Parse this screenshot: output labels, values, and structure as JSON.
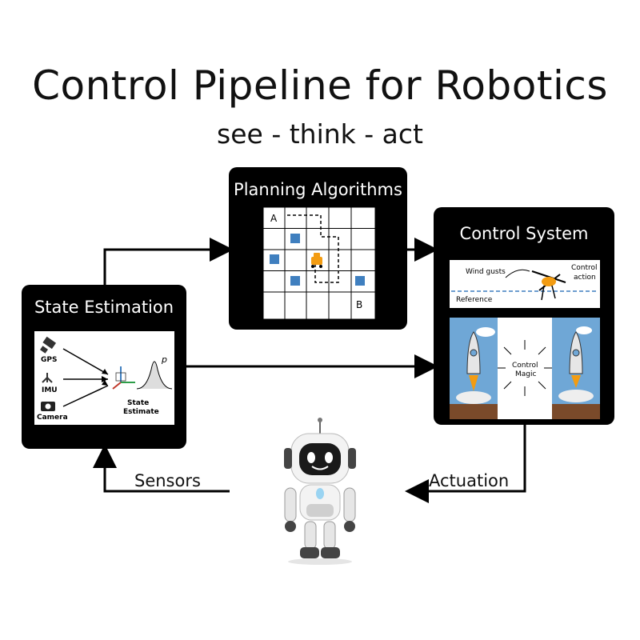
{
  "title": "Control Pipeline for Robotics",
  "subtitle": "see - think - act",
  "planning": {
    "title": "Planning Algorithms",
    "start_label": "A",
    "goal_label": "B"
  },
  "control": {
    "title": "Control System",
    "wind_label": "Wind gusts",
    "action_label_line1": "Control",
    "action_label_line2": "action",
    "reference_label": "Reference",
    "magic_line1": "Control",
    "magic_line2": "Magic"
  },
  "state": {
    "title": "State Estimation",
    "gps_label": "GPS",
    "imu_label": "IMU",
    "camera_label": "Camera",
    "estimate_line1": "State",
    "estimate_line2": "Estimate",
    "p_label": "p"
  },
  "flows": {
    "sensors_label": "Sensors",
    "actuation_label": "Actuation"
  },
  "colors": {
    "box": "#000000",
    "obstacle": "#3f7fbf",
    "robot_accent": "#f39c12",
    "sky": "#6fa7d6",
    "ground": "#7a4a2a"
  }
}
